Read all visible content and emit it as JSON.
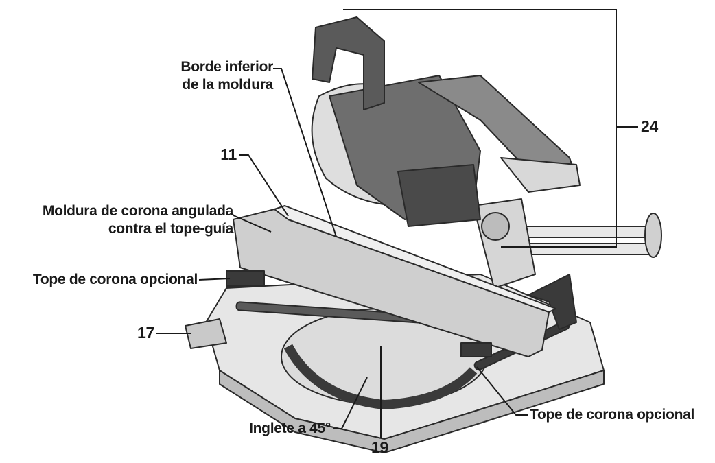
{
  "labels": {
    "borde_inferior_line1": "Borde inferior",
    "borde_inferior_line2": "de la moldura",
    "num_24": "24",
    "num_11": "11",
    "moldura_line1": "Moldura de corona angulada",
    "moldura_line2": "contra el tope-guía",
    "tope_left": "Tope de corona opcional",
    "num_17": "17",
    "tope_right": "Tope de corona opcional",
    "inglete": "Inglete a 45°",
    "num_19": "19"
  },
  "colors": {
    "ink": "#1a1a1a",
    "tool_dark": "#3a3a3a",
    "tool_mid": "#8a8a8a",
    "tool_light": "#d4d4d4",
    "tool_pale": "#ececec"
  }
}
